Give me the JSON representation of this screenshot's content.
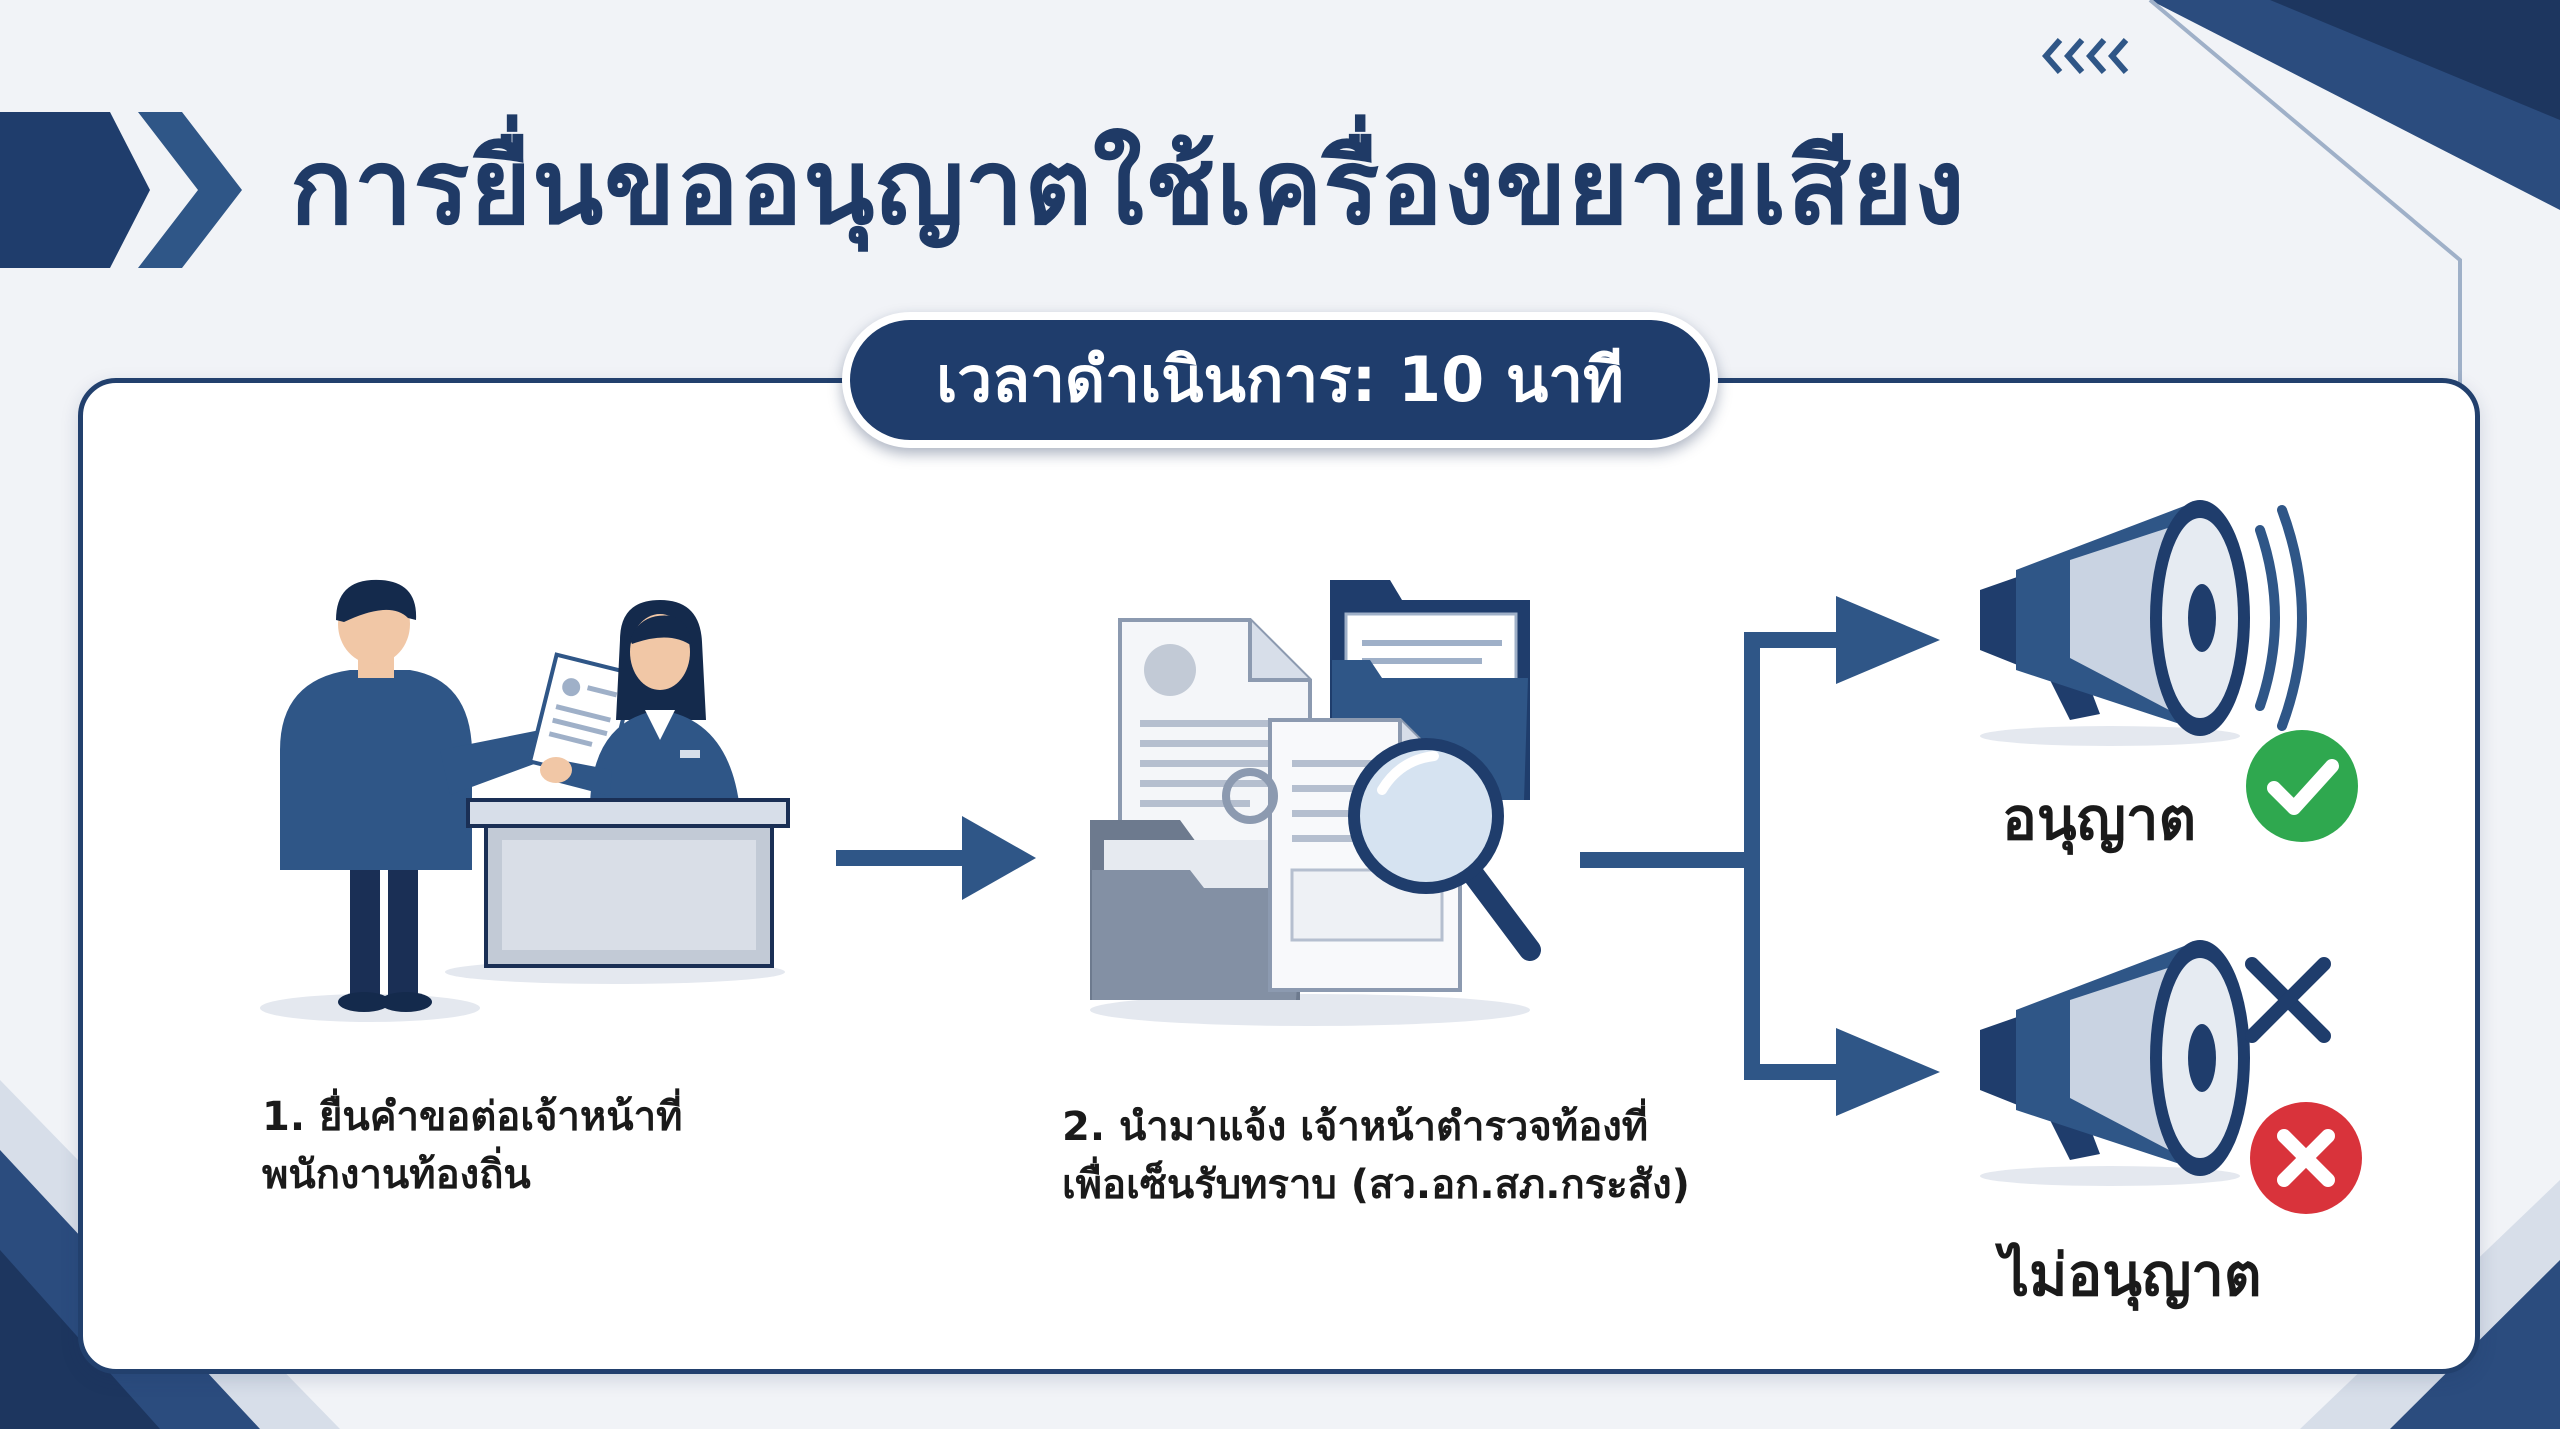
{
  "title": "การยื่นขออนุญาตใช้เครื่องขยายเสียง",
  "duration_badge": "เวลาดำเนินการ: 10 นาที",
  "steps": [
    {
      "line1": "1. ยื่นคำขอต่อเจ้าหน้าที่",
      "line2": "พนักงานท้องถิ่น",
      "icon": "officer-counter-icon"
    },
    {
      "line1": "2. นำมาแจ้ง เจ้าหน้าตำรวจท้องที่",
      "line2": "เพื่อเซ็นรับทราบ (สว.อก.สภ.กระสัง)",
      "icon": "document-review-icon"
    }
  ],
  "outcomes": [
    {
      "label": "อนุญาต",
      "icon": "megaphone-on-icon",
      "status_icon": "check-icon"
    },
    {
      "label": "ไม่อนุญาต",
      "icon": "megaphone-off-icon",
      "status_icon": "cross-icon"
    }
  ],
  "colors": {
    "navy": "#1f3d6c",
    "dark_navy": "#142a4c",
    "flow": "#2f5687",
    "approve": "#2fa84f",
    "deny": "#d9333b"
  }
}
